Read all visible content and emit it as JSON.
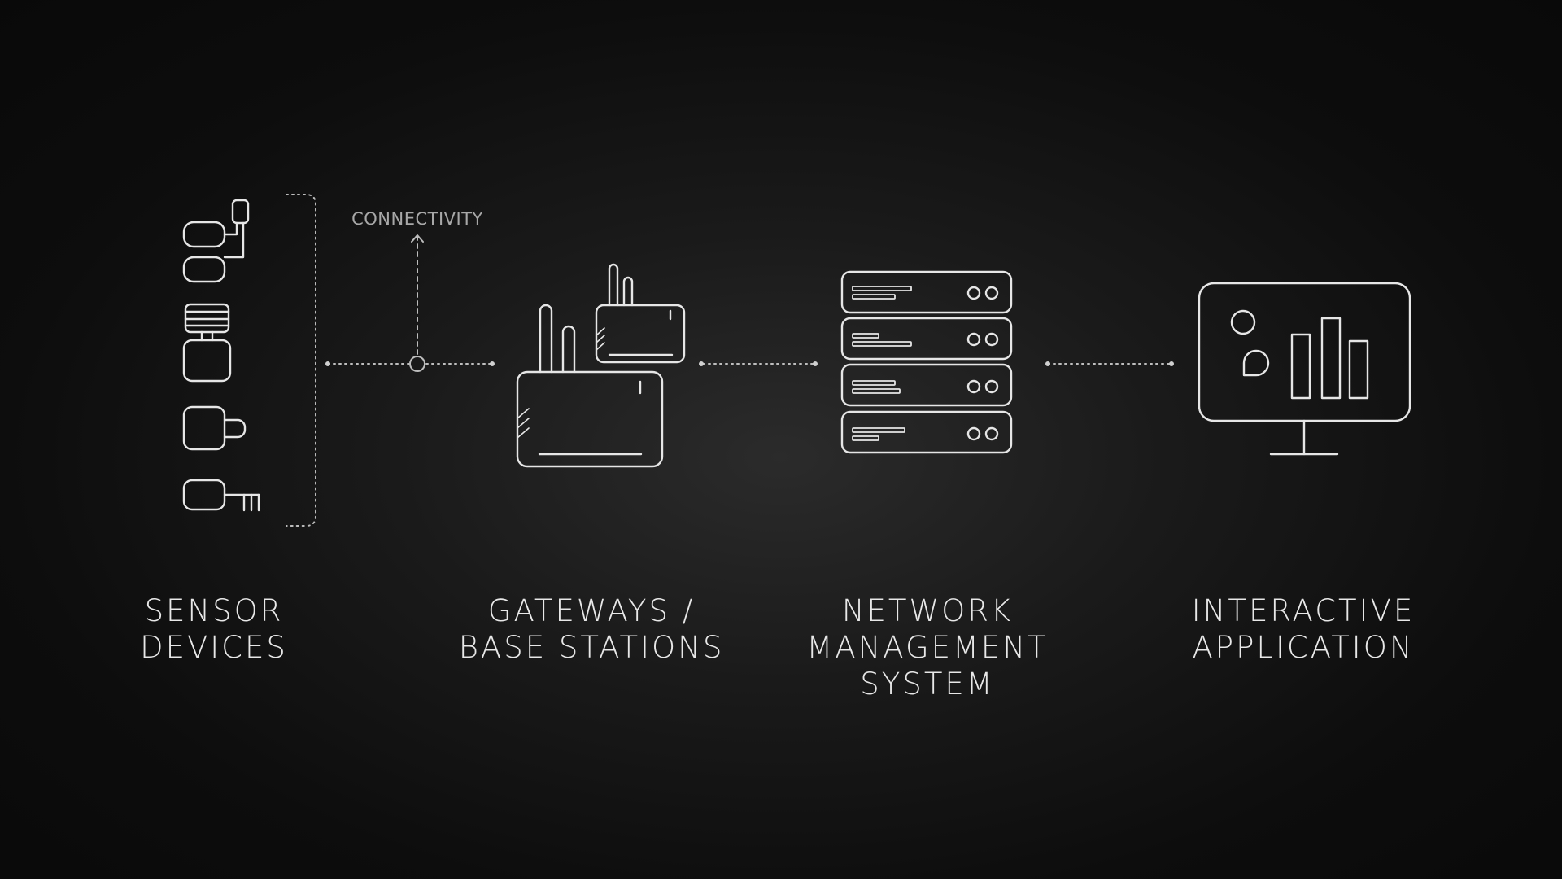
{
  "diagram": {
    "connectivity_label": "CONNECTIVITY",
    "stages": [
      {
        "id": "sensor-devices",
        "lines": [
          "SENSOR",
          "DEVICES"
        ]
      },
      {
        "id": "gateways",
        "lines": [
          "GATEWAYS /",
          "BASE STATIONS"
        ]
      },
      {
        "id": "network-management",
        "lines": [
          "NETWORK",
          "MANAGEMENT",
          "SYSTEM"
        ]
      },
      {
        "id": "interactive-application",
        "lines": [
          "INTERACTIVE",
          "APPLICATION"
        ]
      }
    ]
  },
  "icons": {
    "sensors": [
      "temperature-probe-sensor-icon",
      "stacked-disc-sensor-icon",
      "camera-sensor-icon",
      "key-sensor-icon"
    ],
    "gateway": "router-with-antennas-icon",
    "network": "server-rack-icon",
    "application": "dashboard-monitor-icon"
  },
  "colors": {
    "background_center": "#2b2b2b",
    "background_edge": "#090909",
    "line": "#e6e6e6",
    "dotted_connector": "#bdbdbd",
    "connectivity_text": "#a8a8a8"
  }
}
